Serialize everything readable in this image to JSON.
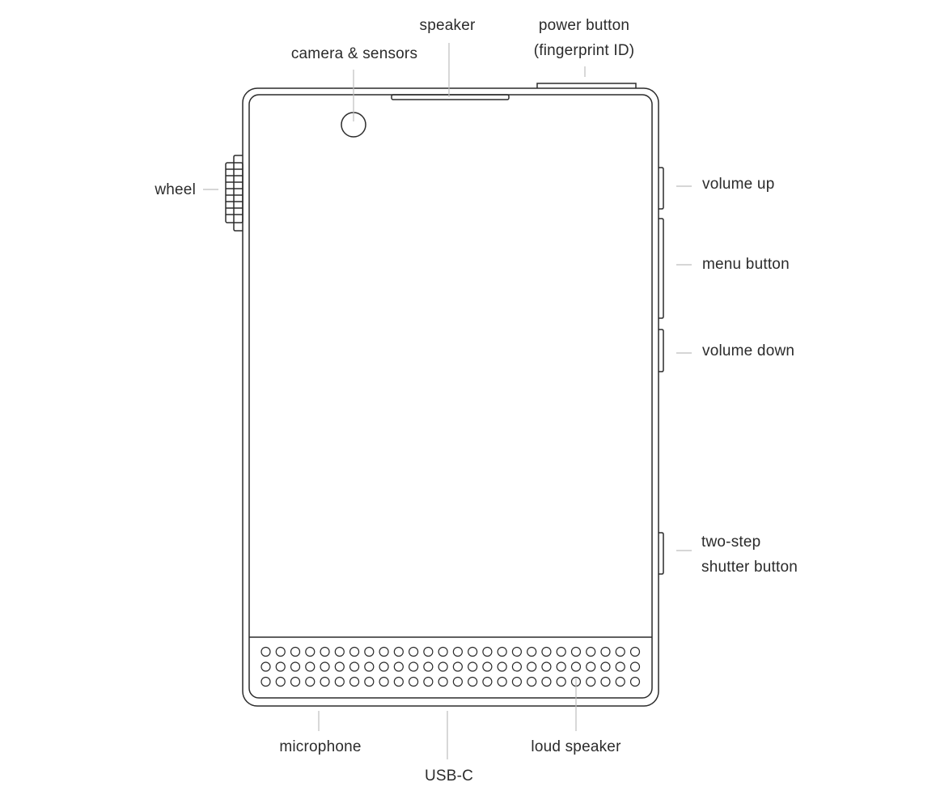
{
  "labels": {
    "speaker": "speaker",
    "camera_sensors": "camera & sensors",
    "power_button_line1": "power button",
    "power_button_line2": "(fingerprint ID)",
    "wheel": "wheel",
    "volume_up": "volume up",
    "menu_button": "menu button",
    "volume_down": "volume down",
    "shutter_line1": "two-step",
    "shutter_line2": "shutter button",
    "microphone": "microphone",
    "usb_c": "USB-C",
    "loud_speaker": "loud speaker"
  },
  "colors": {
    "outline": "#2b2b2b",
    "leader": "#bdbdbd",
    "text": "#2b2b2b",
    "background": "#ffffff"
  },
  "grille": {
    "rows": 3,
    "columns": 26
  }
}
